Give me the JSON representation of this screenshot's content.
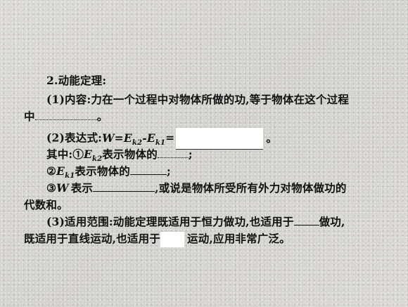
{
  "section_title": "2.动能定理:",
  "content": {
    "label": "(1)内容:",
    "text": "力在一个过程中对物体所做的功,等于物体在这个过程",
    "cont": "中",
    "end": "。"
  },
  "expression": {
    "label": "(2)表达式:",
    "formula": "W=E",
    "k2": "k2",
    "minus": "-E",
    "k1": "k1",
    "eq": "=",
    "end": "。"
  },
  "where": {
    "label": "其中:",
    "circ1": "①",
    "E": "E",
    "k2": "k2",
    "text1": "表示物体的",
    "end1": ";",
    "circ2": "②",
    "k1": "k1",
    "text2": "表示物体的",
    "end2": ";",
    "circ3": "③",
    "W": "W",
    "text3": "表示",
    "text3b": ",或说是物体所受所有外力对物体做功的",
    "text3c": "代数和。"
  },
  "scope": {
    "label": "(3)适用范围:",
    "text1": "动能定理既适用于恒力做功,也适用于",
    "text1b": "做功,",
    "text2": "既适用于直线运动,也适用于",
    "text2b": "运动,应用非常广泛。"
  }
}
